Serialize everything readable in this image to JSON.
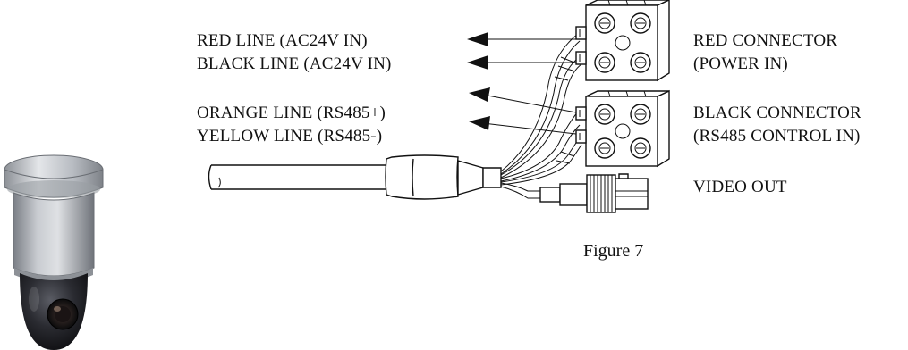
{
  "wire_labels": [
    {
      "id": "red-line",
      "text": "RED LINE (AC24V IN)"
    },
    {
      "id": "black-line",
      "text": "BLACK LINE (AC24V IN)"
    },
    {
      "id": "orange-line",
      "text": "ORANGE LINE (RS485+)"
    },
    {
      "id": "yellow-line",
      "text": "YELLOW LINE (RS485-)"
    }
  ],
  "connector_labels": [
    {
      "id": "red-connector",
      "line1": "RED CONNECTOR",
      "line2": "(POWER IN)"
    },
    {
      "id": "black-connector",
      "line1": "BLACK CONNECTOR",
      "line2": "(RS485 CONTROL IN)"
    },
    {
      "id": "video-out",
      "line1": "VIDEO OUT"
    }
  ],
  "caption": "Figure 7",
  "colors": {
    "line": "#111111",
    "camera_body": "#a9adb3",
    "camera_dome": "#1c1d22"
  }
}
